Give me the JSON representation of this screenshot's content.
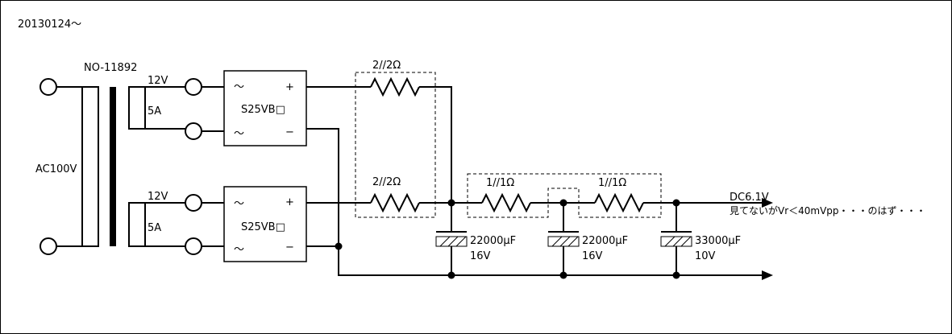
{
  "date": "20130124～",
  "transformer": {
    "model": "NO-11892",
    "input": "AC100V"
  },
  "windings": [
    {
      "voltage": "12V",
      "current": "5A"
    },
    {
      "voltage": "12V",
      "current": "5A"
    }
  ],
  "rectifiers": [
    {
      "label": "S25VB□",
      "ac1": "～",
      "ac2": "～",
      "plus": "+",
      "minus": "−"
    },
    {
      "label": "S25VB□",
      "ac1": "～",
      "ac2": "～",
      "plus": "+",
      "minus": "−"
    }
  ],
  "resistors": [
    "2//2Ω",
    "2//2Ω",
    "1//1Ω",
    "1//1Ω"
  ],
  "capacitors": [
    {
      "value": "22000μF",
      "voltage": "16V"
    },
    {
      "value": "22000μF",
      "voltage": "16V"
    },
    {
      "value": "33000μF",
      "voltage": "10V"
    }
  ],
  "output": {
    "voltage": "DC6.1V",
    "note": "見てないがVr＜40mVpp・・・のはず・・・"
  }
}
